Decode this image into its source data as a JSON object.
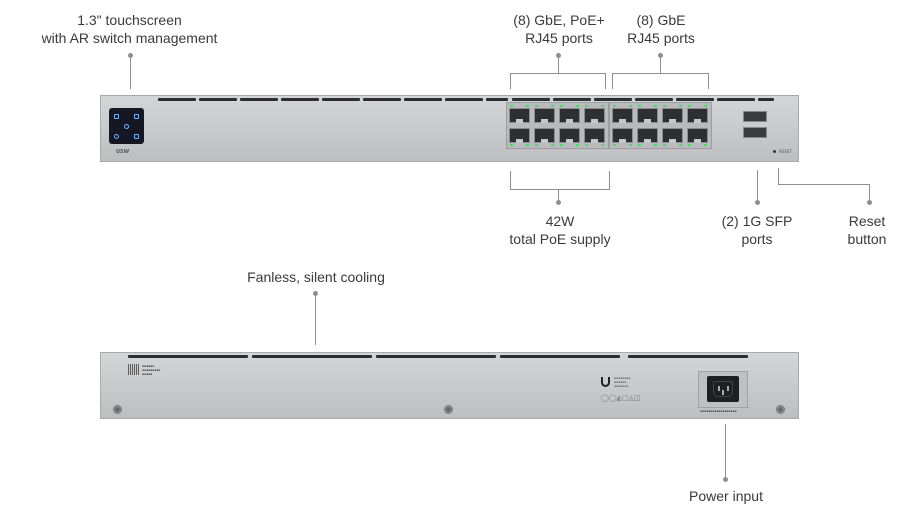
{
  "labels": {
    "touchscreen_line1": "1.3\" touchscreen",
    "touchscreen_line2": "with AR switch management",
    "poe_ports_line1": "(8) GbE, PoE+",
    "poe_ports_line2": "RJ45 ports",
    "gbe_ports_line1": "(8) GbE",
    "gbe_ports_line2": "RJ45 ports",
    "poe_supply_line1": "42W",
    "poe_supply_line2": "total PoE supply",
    "sfp_line1": "(2) 1G SFP",
    "sfp_line2": "ports",
    "reset_line1": "Reset",
    "reset_line2": "button",
    "cooling": "Fanless, silent cooling",
    "power": "Power input"
  },
  "device_text": {
    "model_badge": "USW",
    "reset_marking": "RESET"
  },
  "port_counts": {
    "poe_rj45": 8,
    "gbe_rj45": 8,
    "sfp": 2
  },
  "colors": {
    "chassis": "#c9cacc",
    "led": "#4cd964",
    "leader": "#8f8f8f",
    "screen": "#151822"
  },
  "icons": [
    "touchscreen-icon",
    "ubiquiti-logo-icon",
    "power-connector-icon",
    "screw-icon"
  ]
}
